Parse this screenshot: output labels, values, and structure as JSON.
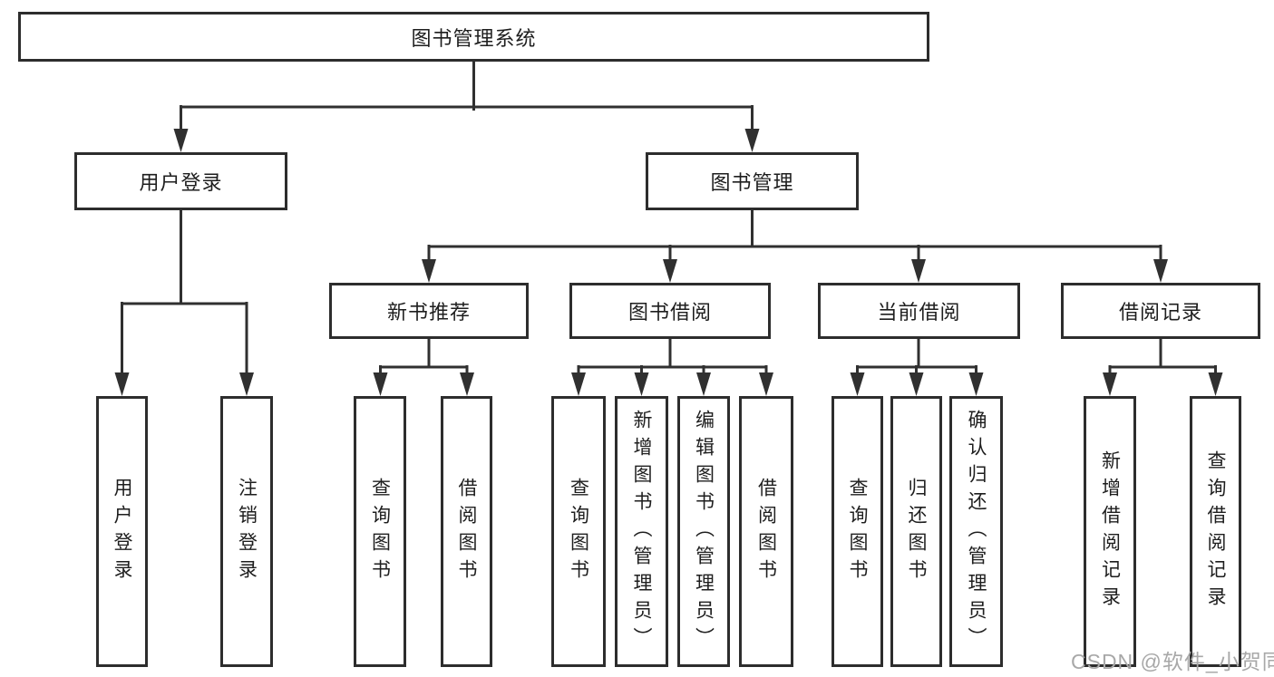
{
  "nodes": {
    "root": "图书管理系统",
    "level2": [
      "用户登录",
      "图书管理"
    ],
    "level3": [
      "新书推荐",
      "图书借阅",
      "当前借阅",
      "借阅记录"
    ],
    "leaves": [
      "用户登录",
      "注销登录",
      "查询图书",
      "借阅图书",
      "查询图书",
      "新增图书（管理员）",
      "编辑图书（管理员）",
      "借阅图书",
      "查询图书",
      "归还图书",
      "确认归还（管理员）",
      "新增借阅记录",
      "查询借阅记录"
    ]
  },
  "hierarchy": {
    "图书管理系统": {
      "用户登录": [
        "用户登录",
        "注销登录"
      ],
      "图书管理": {
        "新书推荐": [
          "查询图书",
          "借阅图书"
        ],
        "图书借阅": [
          "查询图书",
          "新增图书（管理员）",
          "编辑图书（管理员）",
          "借阅图书"
        ],
        "当前借阅": [
          "查询图书",
          "归还图书",
          "确认归还（管理员）"
        ],
        "借阅记录": [
          "新增借阅记录",
          "查询借阅记录"
        ]
      }
    }
  },
  "watermark": "CSDN @软件_小贺同学",
  "colors": {
    "line": "#303030",
    "border": "#2d2d2d",
    "text": "#1e1e1e",
    "background": "#ffffff",
    "watermark": "#a8a8a8"
  }
}
